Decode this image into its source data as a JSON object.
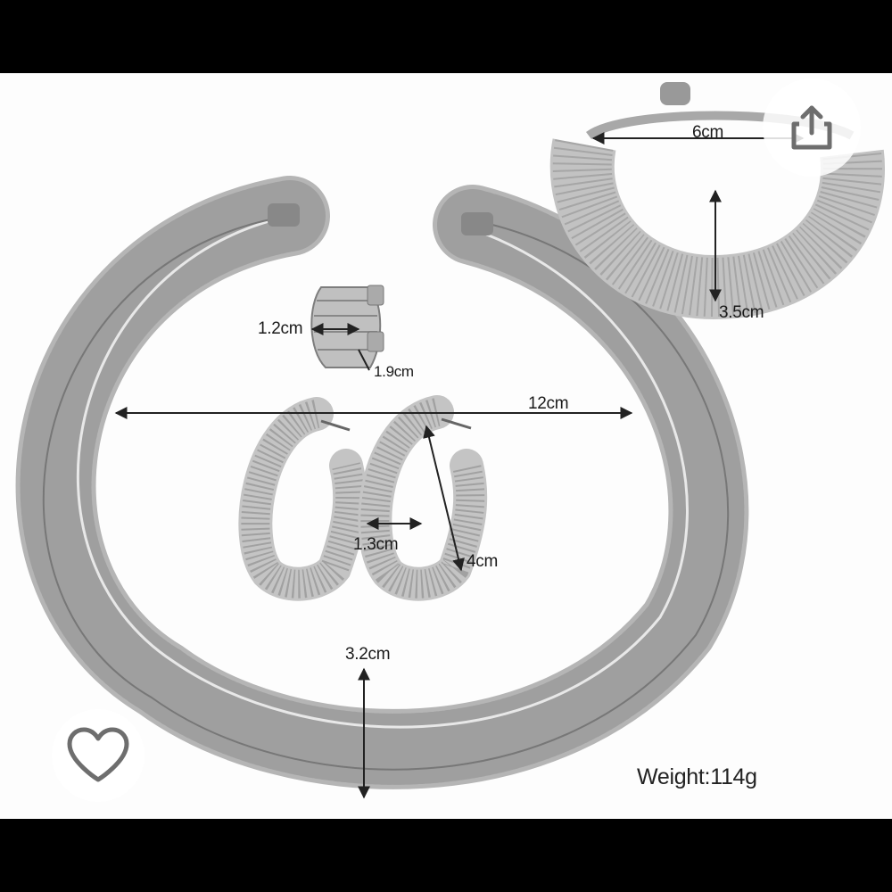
{
  "product_image": {
    "labels": {
      "bracelet_width": "6cm",
      "bracelet_height": "3.5cm",
      "ring_width": "1.2cm",
      "ring_height": "1.9cm",
      "necklace_width": "12cm",
      "earring_width": "1.3cm",
      "earring_height": "4cm",
      "necklace_band": "3.2cm"
    },
    "weight": "Weight:114g"
  },
  "actions": {
    "share_icon": "share-icon",
    "favorite_icon": "heart-icon"
  },
  "colors": {
    "background": "#fdfdfd",
    "letterbox": "#000000",
    "metal": "#9a9a9a",
    "icon": "#6e6e6e"
  }
}
